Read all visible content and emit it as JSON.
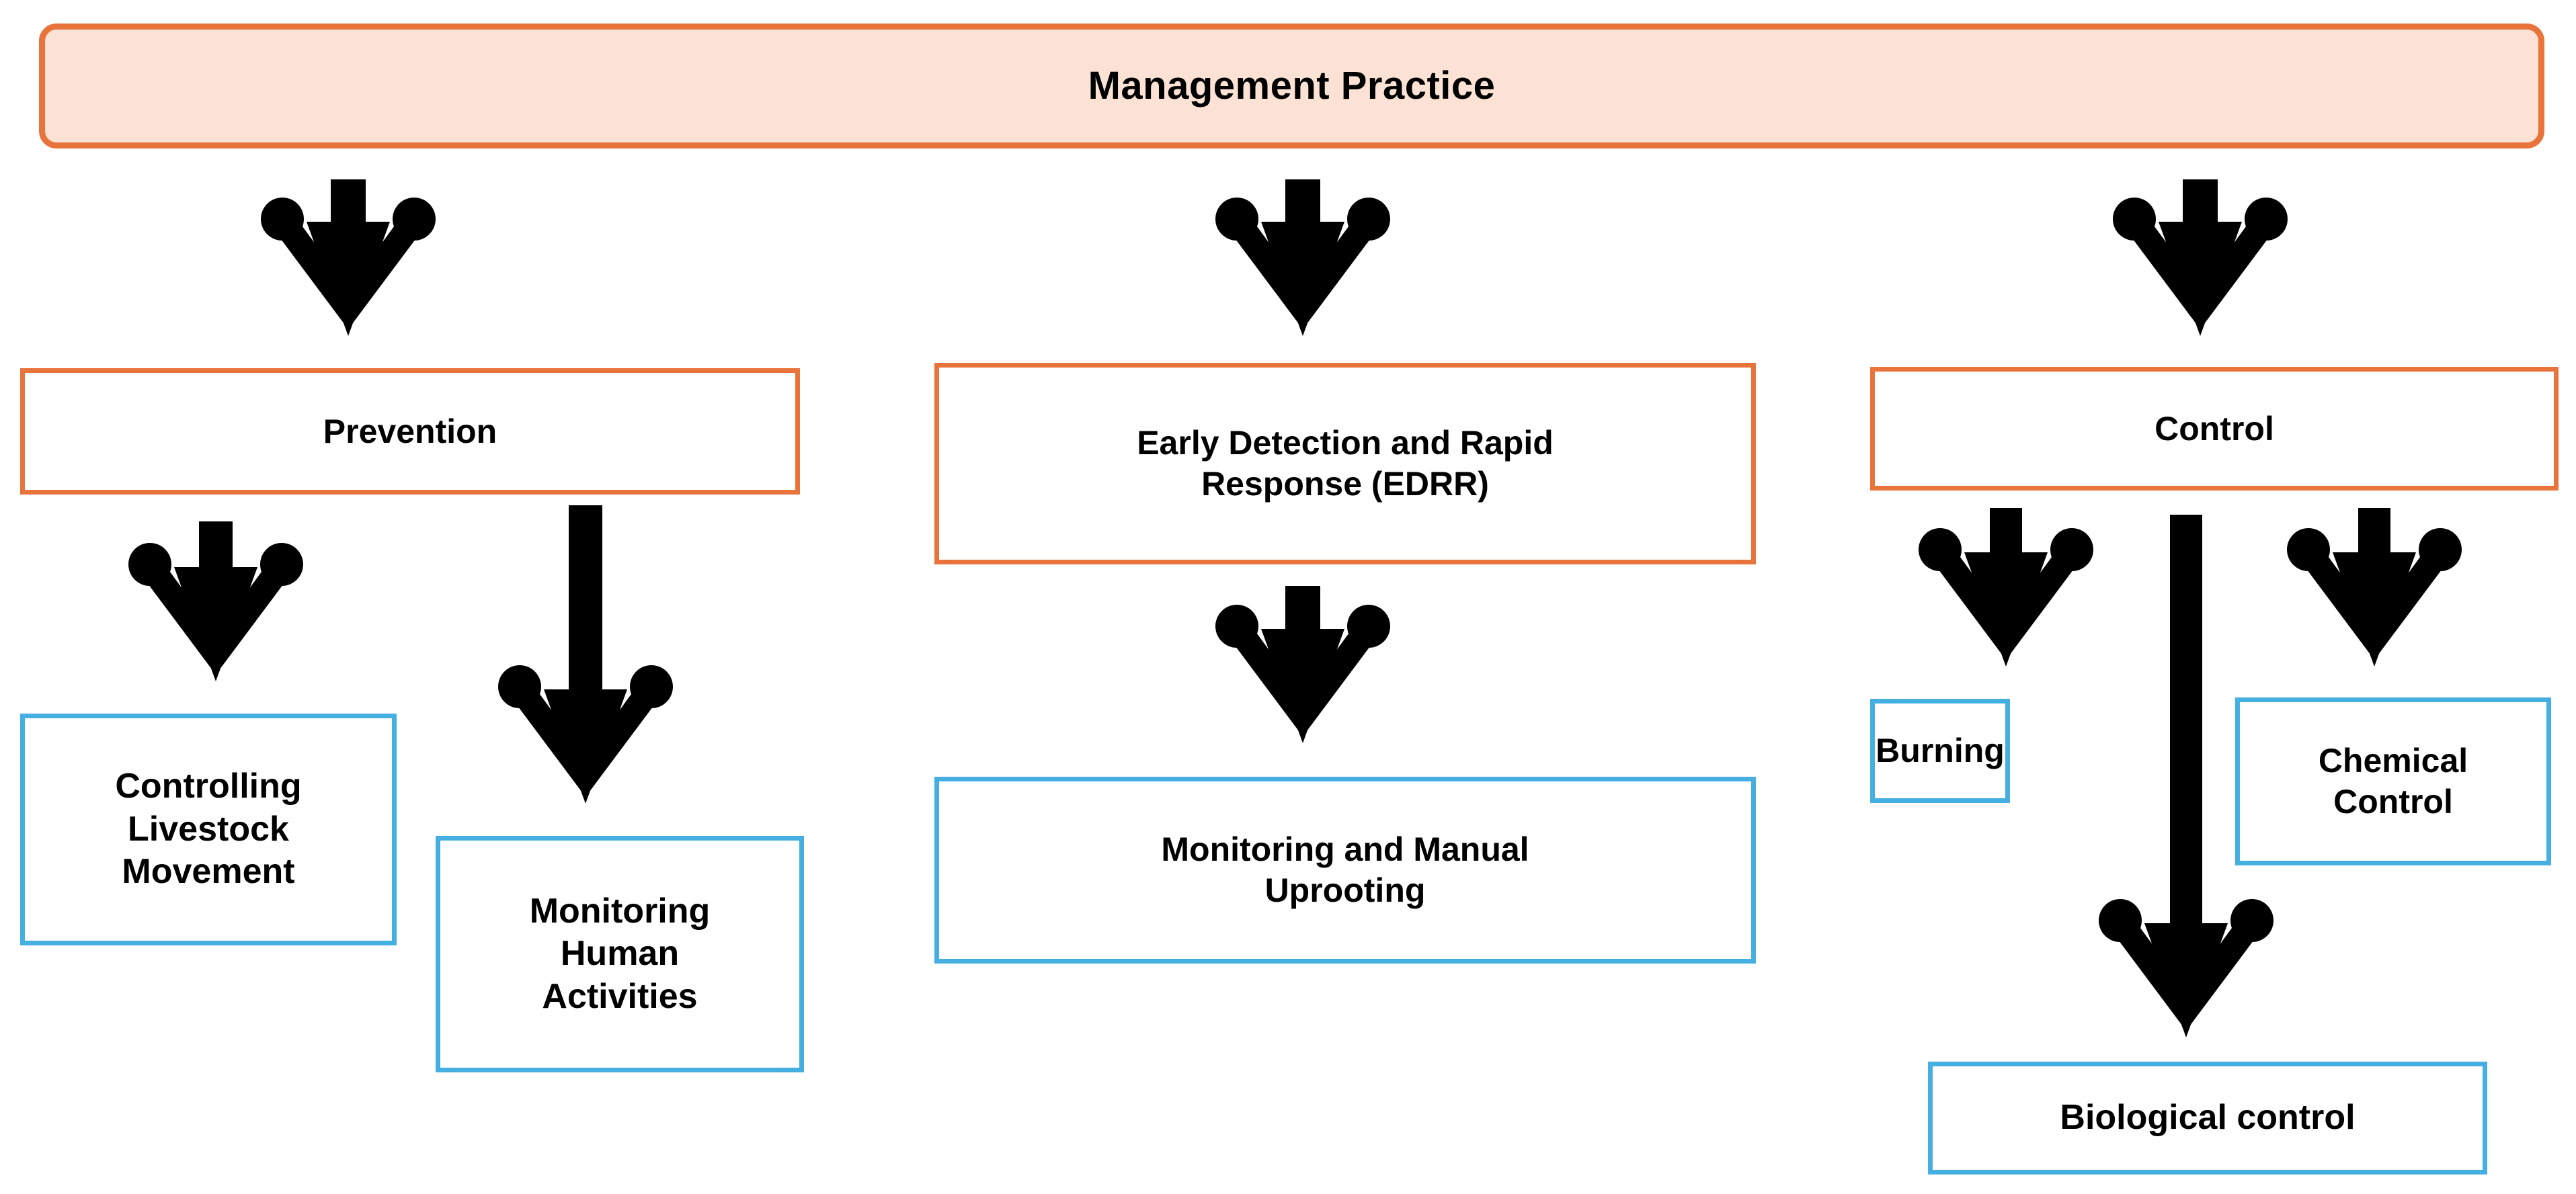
{
  "diagram": {
    "title": "Management Practice",
    "colors": {
      "orange_border": "#E8743B",
      "orange_fill": "#FBE2D5",
      "blue_border": "#45AFE2",
      "arrow": "#000000",
      "text": "#000000",
      "background": "#FFFFFF"
    },
    "root": {
      "label": "Management Practice"
    },
    "categories": [
      {
        "id": "prevention",
        "label": "Prevention"
      },
      {
        "id": "edrr",
        "label": "Early Detection and Rapid\nResponse (EDRR)"
      },
      {
        "id": "control",
        "label": "Control"
      }
    ],
    "leaves": [
      {
        "id": "controlling-livestock-movement",
        "label": "Controlling\nLivestock\nMovement",
        "parent": "prevention"
      },
      {
        "id": "monitoring-human-activities",
        "label": "Monitoring\nHuman\nActivities",
        "parent": "prevention"
      },
      {
        "id": "monitoring-and-manual-uprooting",
        "label": "Monitoring and Manual\nUprooting",
        "parent": "edrr"
      },
      {
        "id": "burning",
        "label": "Burning",
        "parent": "control"
      },
      {
        "id": "chemical-control",
        "label": "Chemical\nControl",
        "parent": "control"
      },
      {
        "id": "biological-control",
        "label": "Biological control",
        "parent": "control"
      }
    ],
    "connectors": [
      {
        "id": "root-to-prevention",
        "from": "Management Practice",
        "to": "Prevention"
      },
      {
        "id": "root-to-edrr",
        "from": "Management Practice",
        "to": "Early Detection and Rapid Response (EDRR)"
      },
      {
        "id": "root-to-control",
        "from": "Management Practice",
        "to": "Control"
      },
      {
        "id": "prevention-to-controlling-livestock-movement",
        "from": "Prevention",
        "to": "Controlling Livestock Movement"
      },
      {
        "id": "prevention-to-monitoring-human-activities",
        "from": "Prevention",
        "to": "Monitoring Human Activities"
      },
      {
        "id": "edrr-to-monitoring-and-manual-uprooting",
        "from": "Early Detection and Rapid Response (EDRR)",
        "to": "Monitoring and Manual Uprooting"
      },
      {
        "id": "control-to-burning",
        "from": "Control",
        "to": "Burning"
      },
      {
        "id": "control-to-chemical-control",
        "from": "Control",
        "to": "Chemical Control"
      },
      {
        "id": "control-to-biological-control",
        "from": "Control",
        "to": "Biological control"
      }
    ]
  }
}
